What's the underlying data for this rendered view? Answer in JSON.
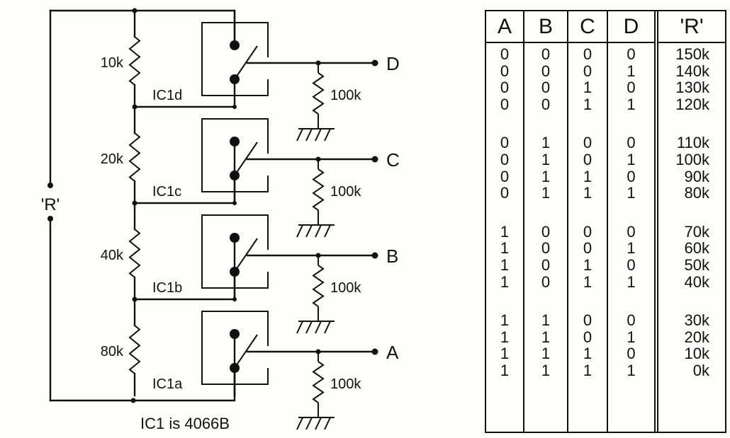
{
  "schematic": {
    "resistor_labels": [
      "10k",
      "20k",
      "40k",
      "80k"
    ],
    "ic_labels": [
      "IC1d",
      "IC1c",
      "IC1b",
      "IC1a"
    ],
    "pulldown_label": "100k",
    "output_labels": [
      "D",
      "C",
      "B",
      "A"
    ],
    "r_terminal_label": "'R'",
    "ic_note": "IC1 is 4066B"
  },
  "truth_table": {
    "headers": [
      "A",
      "B",
      "C",
      "D",
      "'R'"
    ],
    "groups": [
      [
        [
          "0",
          "0",
          "0",
          "0",
          "150k"
        ],
        [
          "0",
          "0",
          "0",
          "1",
          "140k"
        ],
        [
          "0",
          "0",
          "1",
          "0",
          "130k"
        ],
        [
          "0",
          "0",
          "1",
          "1",
          "120k"
        ]
      ],
      [
        [
          "0",
          "1",
          "0",
          "0",
          "110k"
        ],
        [
          "0",
          "1",
          "0",
          "1",
          "100k"
        ],
        [
          "0",
          "1",
          "1",
          "0",
          "90k"
        ],
        [
          "0",
          "1",
          "1",
          "1",
          "80k"
        ]
      ],
      [
        [
          "1",
          "0",
          "0",
          "0",
          "70k"
        ],
        [
          "1",
          "0",
          "0",
          "1",
          "60k"
        ],
        [
          "1",
          "0",
          "1",
          "0",
          "50k"
        ],
        [
          "1",
          "0",
          "1",
          "1",
          "40k"
        ]
      ],
      [
        [
          "1",
          "1",
          "0",
          "0",
          "30k"
        ],
        [
          "1",
          "1",
          "0",
          "1",
          "20k"
        ],
        [
          "1",
          "1",
          "1",
          "0",
          "10k"
        ],
        [
          "1",
          "1",
          "1",
          "1",
          "0k"
        ]
      ]
    ]
  }
}
